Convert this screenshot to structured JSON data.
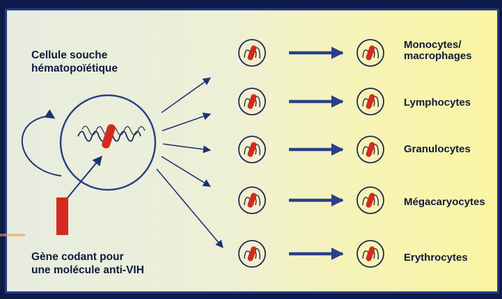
{
  "stem_cell": {
    "label_line1": "Cellule souche",
    "label_line2": "hématopoïétique"
  },
  "gene": {
    "label_line1": "Gène codant pour",
    "label_line2": "une molécule anti-VIH",
    "color": "#d42a1e"
  },
  "cell_types": [
    {
      "line1": "Monocytes/",
      "line2": "macrophages"
    },
    {
      "line1": "Lymphocytes",
      "line2": ""
    },
    {
      "line1": "Granulocytes",
      "line2": ""
    },
    {
      "line1": "Mégacaryocytes",
      "line2": ""
    },
    {
      "line1": "Erythrocytes",
      "line2": ""
    }
  ],
  "colors": {
    "frame": "#263a86",
    "arrow": "#2a3f8a",
    "gene_red": "#d42a1e"
  }
}
